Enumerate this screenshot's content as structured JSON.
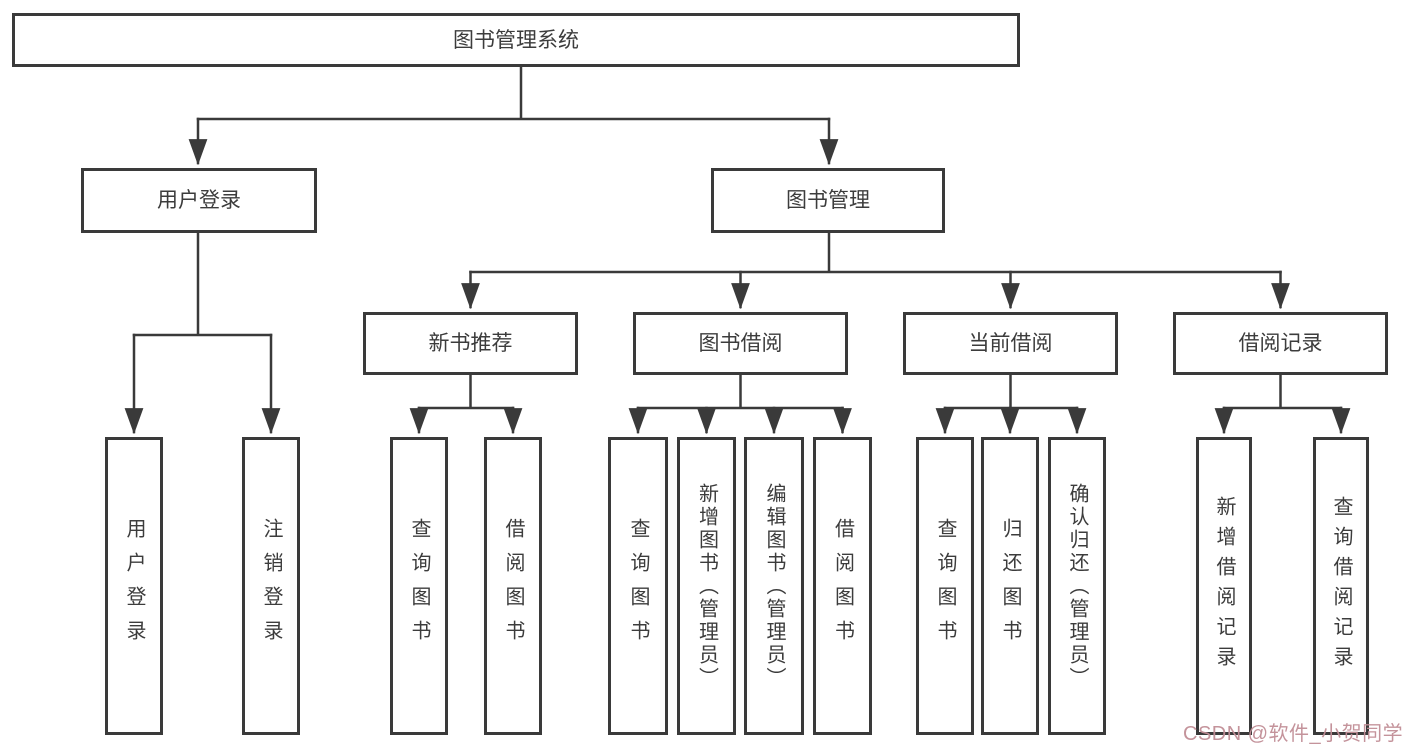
{
  "diagram": {
    "title": "图书管理系统",
    "type": "hierarchy-tree",
    "tree": {
      "label": "图书管理系统",
      "children": [
        {
          "label": "用户登录",
          "children": [
            {
              "label": "用户登录"
            },
            {
              "label": "注销登录"
            }
          ]
        },
        {
          "label": "图书管理",
          "children": [
            {
              "label": "新书推荐",
              "children": [
                {
                  "label": "查询图书"
                },
                {
                  "label": "借阅图书"
                }
              ]
            },
            {
              "label": "图书借阅",
              "children": [
                {
                  "label": "查询图书"
                },
                {
                  "label": "新增图书（管理员）"
                },
                {
                  "label": "编辑图书（管理员）"
                },
                {
                  "label": "借阅图书"
                }
              ]
            },
            {
              "label": "当前借阅",
              "children": [
                {
                  "label": "查询图书"
                },
                {
                  "label": "归还图书"
                },
                {
                  "label": "确认归还（管理员）"
                }
              ]
            },
            {
              "label": "借阅记录",
              "children": [
                {
                  "label": "新增借阅记录"
                },
                {
                  "label": "查询借阅记录"
                }
              ]
            }
          ]
        }
      ]
    },
    "colors": {
      "line": "#3a3a3a",
      "box_border": "#3a3a3a",
      "text": "#3c3c3c",
      "background": "#ffffff"
    }
  },
  "watermark": {
    "text": "CSDN @软件_小贺同学",
    "color": "#c18e96"
  }
}
